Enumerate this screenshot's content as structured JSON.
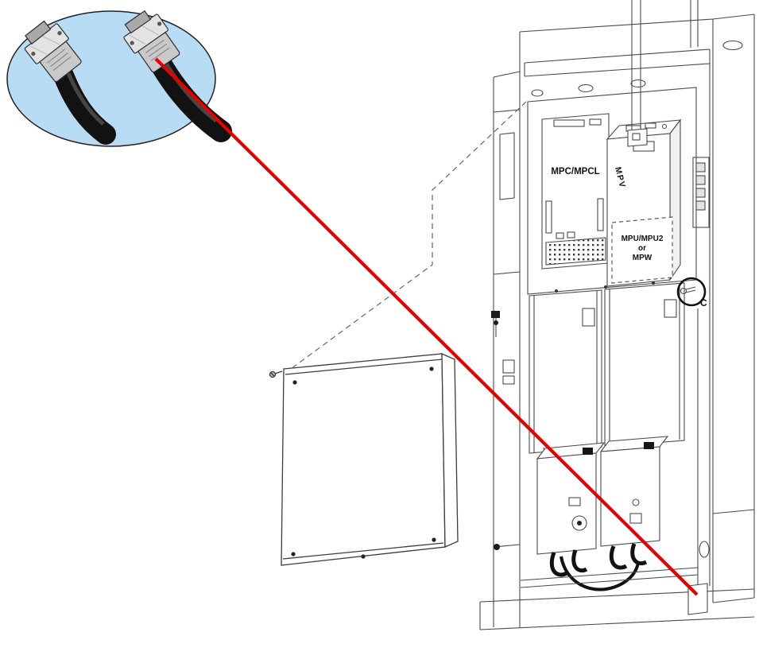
{
  "figure": {
    "type": "technical-illustration",
    "labels": {
      "mpc_board": "MPC/MPCL",
      "mpv_module": "MPV",
      "mpu_line1": "MPU/MPU2",
      "mpu_line2": "or",
      "mpu_line3": "MPW",
      "callout_c": "C"
    },
    "colors": {
      "leader_line_red": "#e60000",
      "inset_oval_blue": "#b9dcf5",
      "line_art": "#4a4a4a",
      "cable_black": "#121212"
    },
    "icons": {
      "inset": "scsi-cable-connectors-photo",
      "callout": "circled-screw-callout"
    }
  }
}
